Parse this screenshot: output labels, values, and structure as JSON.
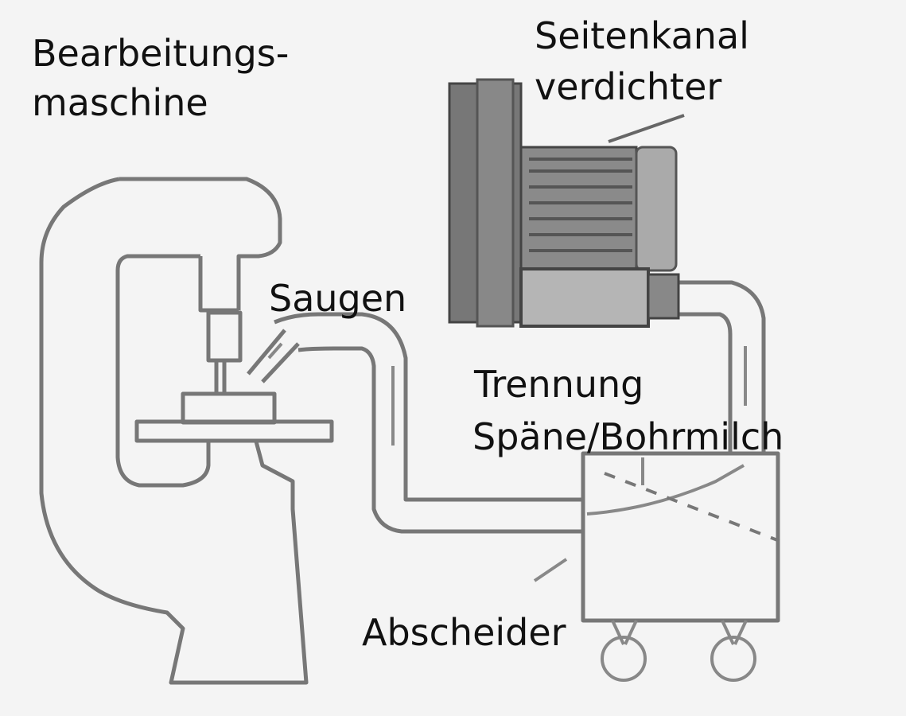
{
  "diagram": {
    "type": "process schematic",
    "background": "#f4f4f4",
    "line_color": "#777777",
    "labels": {
      "machine_line1": "Bearbeitungs-",
      "machine_line2": "maschine",
      "compressor_line1": "Seitenkanal",
      "compressor_line2": "verdichter",
      "suction": "Saugen",
      "separation_line1": "Trennung",
      "separation_line2": "Späne/Bohrmilch",
      "separator": "Abscheider"
    },
    "components": [
      {
        "id": "machine",
        "name": "Bearbeitungsmaschine"
      },
      {
        "id": "compressor",
        "name": "Seitenkanalverdichter"
      },
      {
        "id": "separator",
        "name": "Abscheider"
      }
    ],
    "flows": [
      {
        "from": "machine",
        "to": "separator",
        "label": "Saugen",
        "direction": "down"
      },
      {
        "from": "separator",
        "to": "compressor",
        "direction": "up"
      }
    ]
  }
}
